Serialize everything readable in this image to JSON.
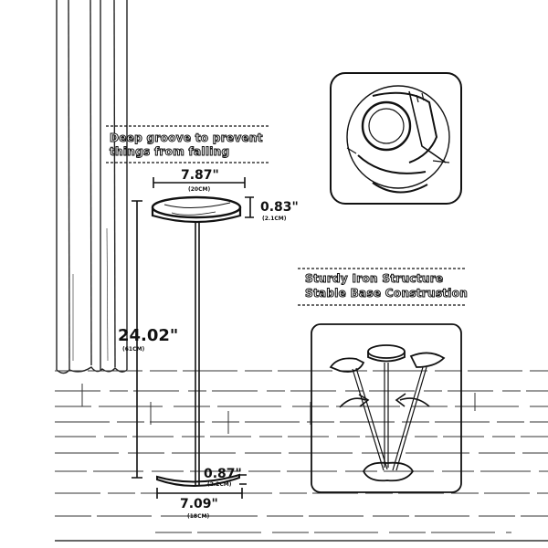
{
  "callouts": {
    "groove_line1": "Deep groove to prevent",
    "groove_line2": "things from falling",
    "structure_line1": "Sturdy Iron Structure",
    "structure_line2": "Stable Base Construstion"
  },
  "dimensions": {
    "top_width": "7.87\"",
    "top_width_cm": "(20CM)",
    "top_thickness": "0.83\"",
    "top_thickness_cm": "(2.1CM)",
    "height": "24.02\"",
    "height_cm": "(61CM)",
    "base_thickness": "0.87\"",
    "base_thickness_cm": "(2.2CM)",
    "base_width": "7.09\"",
    "base_width_cm": "(18CM)"
  }
}
